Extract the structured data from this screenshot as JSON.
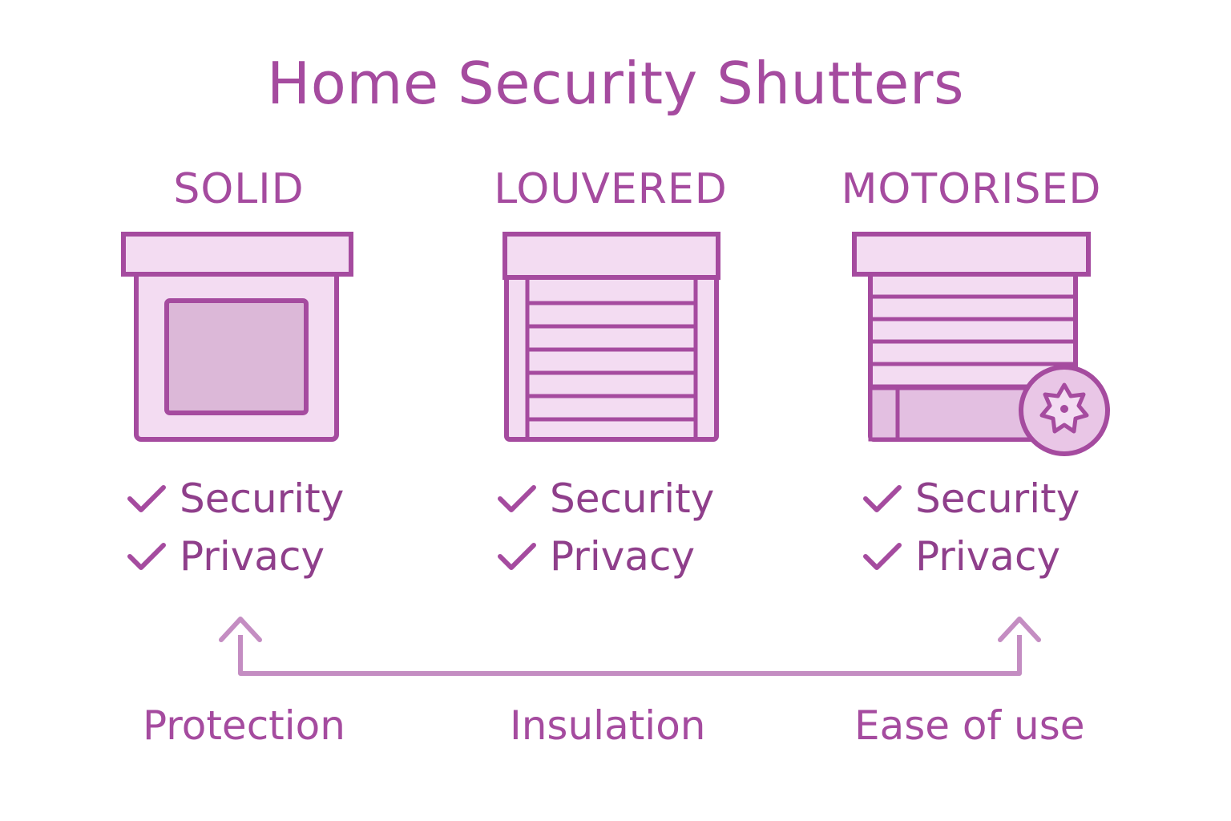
{
  "title": "Home Security Shutters",
  "colors": {
    "stroke": "#a54b9f",
    "fill_light": "#f3dcf2",
    "fill_mid": "#dcb8d8",
    "text": "#a54b9f"
  },
  "columns": [
    {
      "label": "SOLID",
      "icon": "solid-shutter-icon",
      "features": [
        "Security",
        "Privacy"
      ]
    },
    {
      "label": "LOUVERED",
      "icon": "louvered-shutter-icon",
      "features": [
        "Security",
        "Privacy"
      ]
    },
    {
      "label": "MOTORISED",
      "icon": "motorised-shutter-icon",
      "features": [
        "Security",
        "Privacy"
      ]
    }
  ],
  "bottom_labels": [
    "Protection",
    "Insulation",
    "Ease of use"
  ]
}
